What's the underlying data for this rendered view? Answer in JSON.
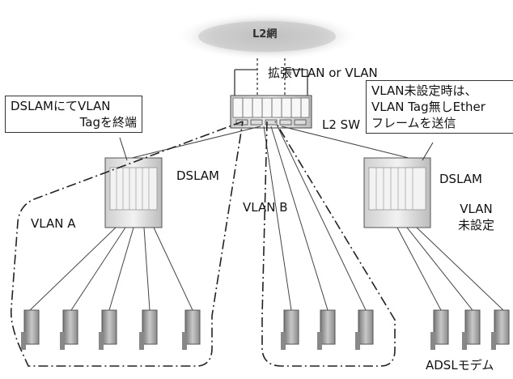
{
  "network": {
    "label": "L2網"
  },
  "uplink": {
    "label": "拡張VLAN or VLAN"
  },
  "switch": {
    "label": "L2 SW"
  },
  "dslam_left": {
    "label": "DSLAM"
  },
  "dslam_right": {
    "label": "DSLAM"
  },
  "callout_left": {
    "line1": "DSLAMにてVLAN",
    "line2": "Tagを終端"
  },
  "callout_right": {
    "line1": "VLAN未設定時は、",
    "line2": "VLAN Tag無しEther",
    "line3": "フレームを送信"
  },
  "vlan_a": {
    "label": "VLAN A"
  },
  "vlan_b": {
    "label": "VLAN B"
  },
  "unset": {
    "line1": "VLAN",
    "line2": "未設定"
  },
  "modem": {
    "label": "ADSLモデム"
  },
  "colors": {
    "line": "#333333",
    "equipment": "#9a9a9a",
    "cloud": "#e6e6e6"
  }
}
